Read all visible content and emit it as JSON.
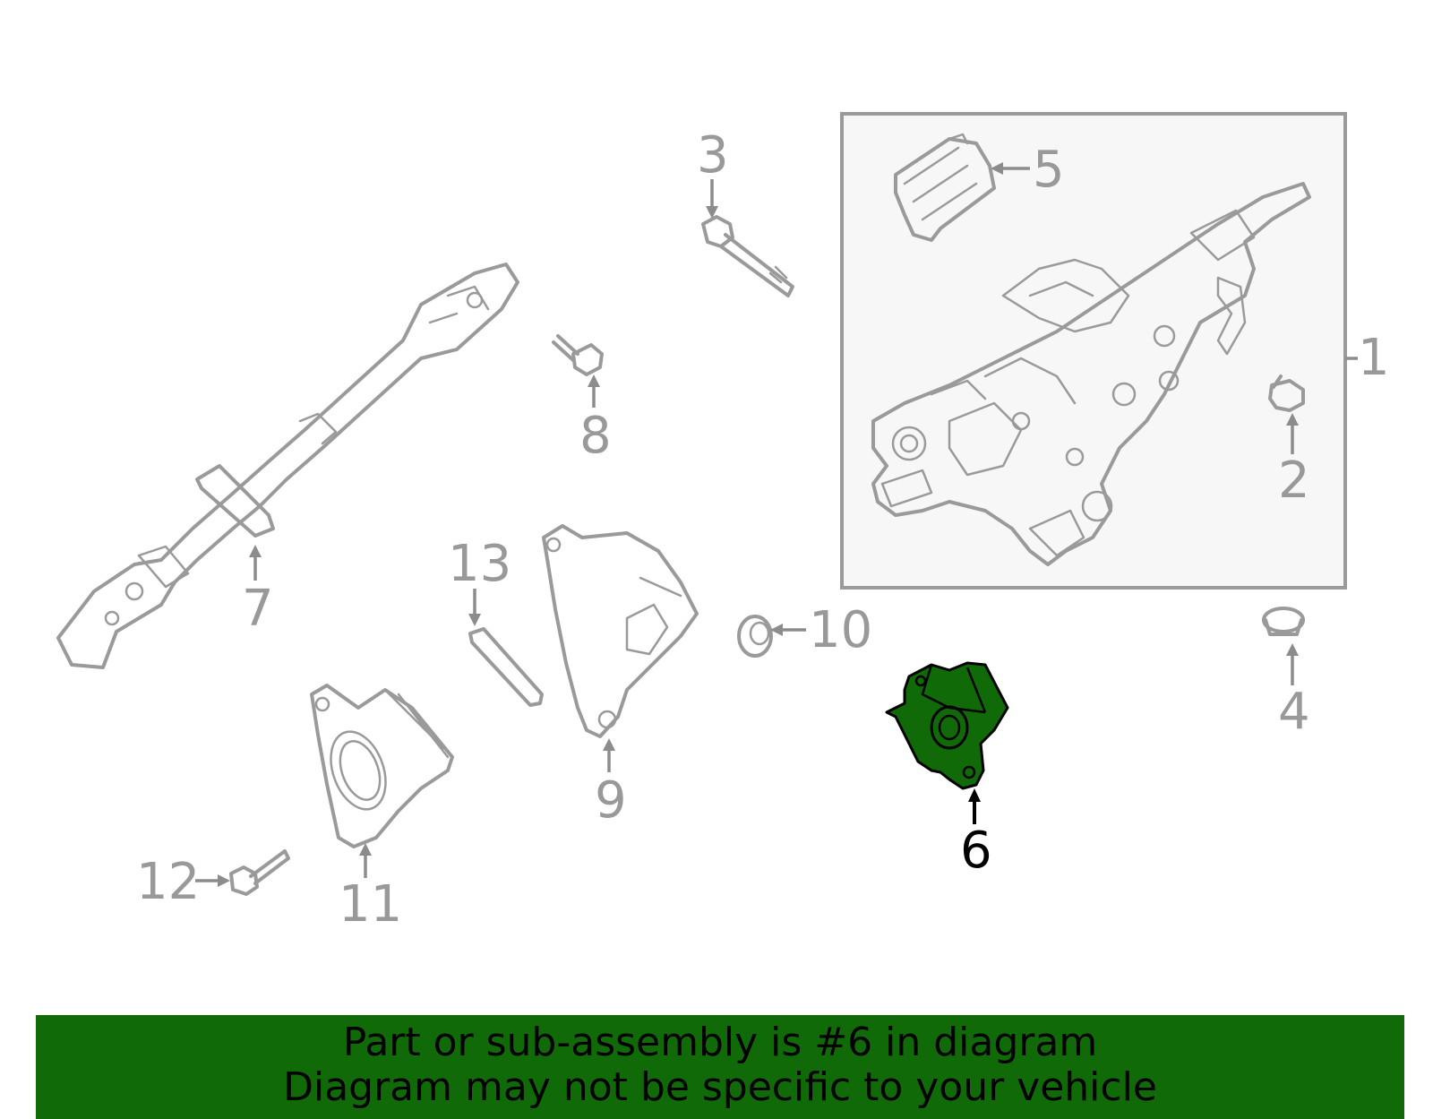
{
  "callouts": {
    "c1": "1",
    "c2": "2",
    "c3": "3",
    "c4": "4",
    "c5": "5",
    "c6": "6",
    "c7": "7",
    "c8": "8",
    "c9": "9",
    "c10": "10",
    "c11": "11",
    "c12": "12",
    "c13": "13"
  },
  "highlighted_part": "6",
  "colors": {
    "highlight": "#0f6a07",
    "banner": "#0f6a07",
    "line_art": "#9a9a9a",
    "box_fill": "#f7f7f7"
  },
  "banner": {
    "line1": "Part or sub-assembly is #6 in diagram",
    "line2": "Diagram may not be specific to your vehicle"
  }
}
